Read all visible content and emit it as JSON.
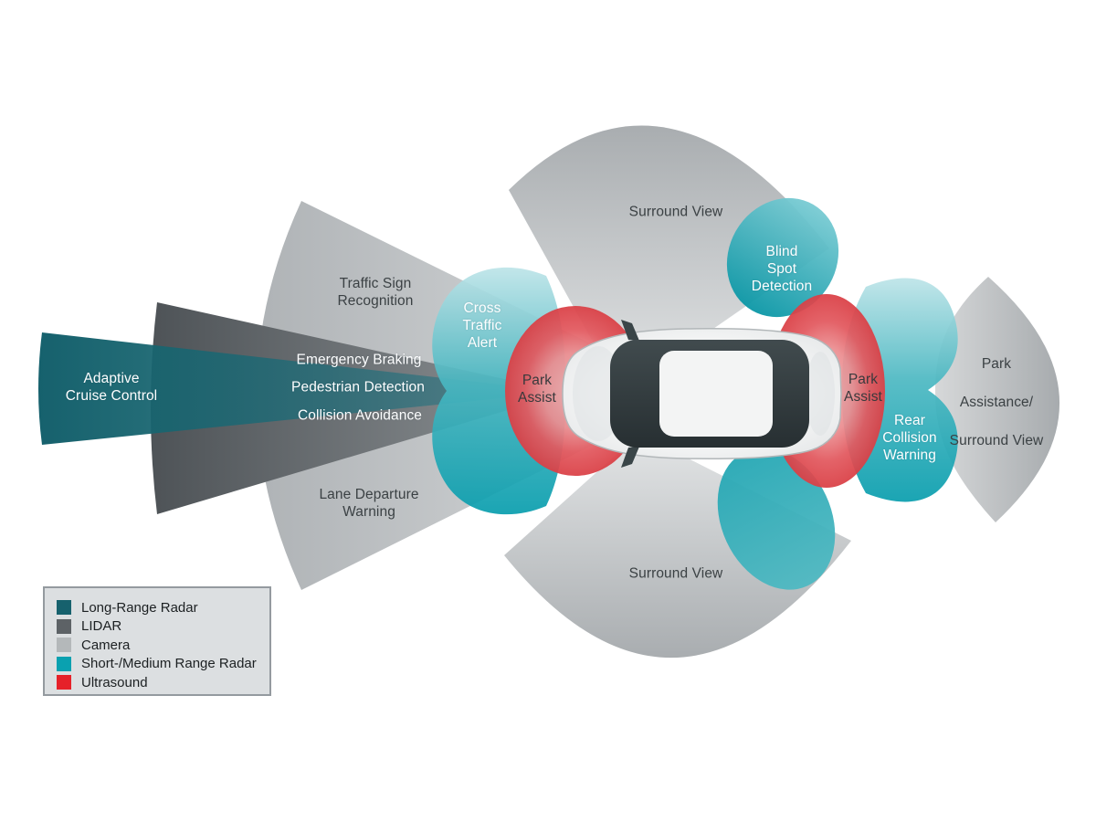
{
  "labels": {
    "adaptive_cruise_control": "Adaptive\nCruise Control",
    "traffic_sign_recognition": "Traffic Sign\nRecognition",
    "emergency_braking": "Emergency Braking",
    "pedestrian_detection": "Pedestrian Detection",
    "collision_avoidance": "Collision Avoidance",
    "lane_departure_warning": "Lane Departure\nWarning",
    "cross_traffic_alert": "Cross\nTraffic\nAlert",
    "park_assist_front": "Park\nAssist",
    "park_assist_rear": "Park\nAssist",
    "surround_view_top": "Surround View",
    "surround_view_bottom": "Surround View",
    "blind_spot_detection": "Blind\nSpot\nDetection",
    "rear_collision_warning": "Rear\nCollision\nWarning",
    "park_assistance_surround_view": "Park Assistance/\nSurround View"
  },
  "legend": {
    "items": [
      {
        "id": "long-range-radar",
        "label": "Long-Range Radar",
        "color": "#16616d"
      },
      {
        "id": "lidar",
        "label": "LIDAR",
        "color": "#5d6266"
      },
      {
        "id": "camera",
        "label": "Camera",
        "color": "#b4b8ba"
      },
      {
        "id": "short-medium-range-radar",
        "label": "Short-/Medium Range Radar",
        "color": "#0aa1b0"
      },
      {
        "id": "ultrasound",
        "label": "Ultrasound",
        "color": "#e62129"
      }
    ]
  }
}
